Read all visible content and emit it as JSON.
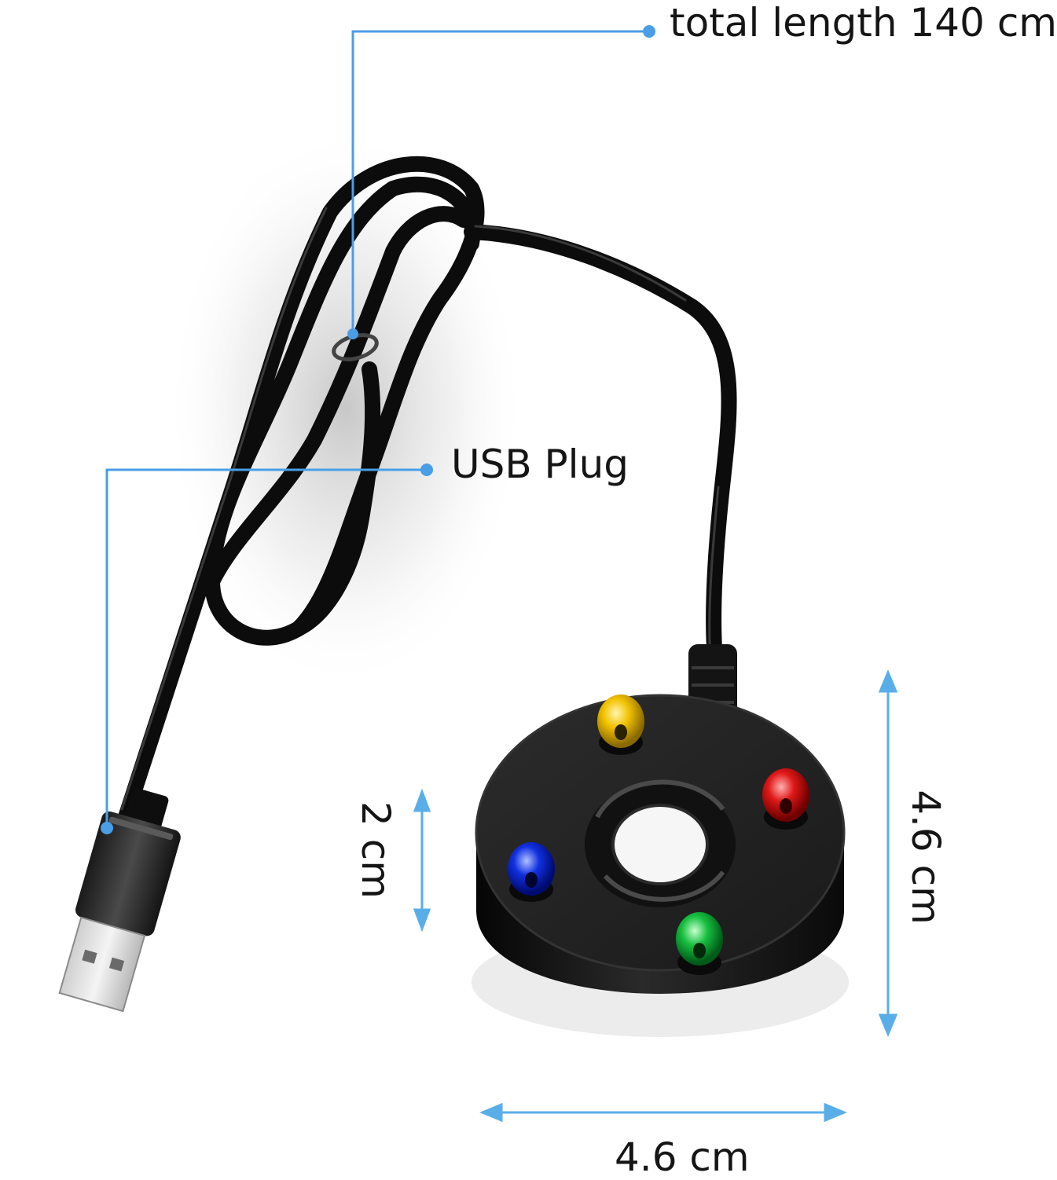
{
  "labels": {
    "cable_length": "total length 140 cm",
    "usb_plug": "USB Plug",
    "height": "2 cm",
    "diameter_vertical": "4.6 cm",
    "diameter_horizontal": "4.6 cm"
  },
  "colors": {
    "callout": "#4a9ee6",
    "arrow": "#5aaee8",
    "cable": "#0c0c0c",
    "device_body": "#1a1a1a",
    "led_yellow": "#f2c200",
    "led_red": "#e01818",
    "led_blue": "#1030e0",
    "led_green": "#18c040"
  }
}
